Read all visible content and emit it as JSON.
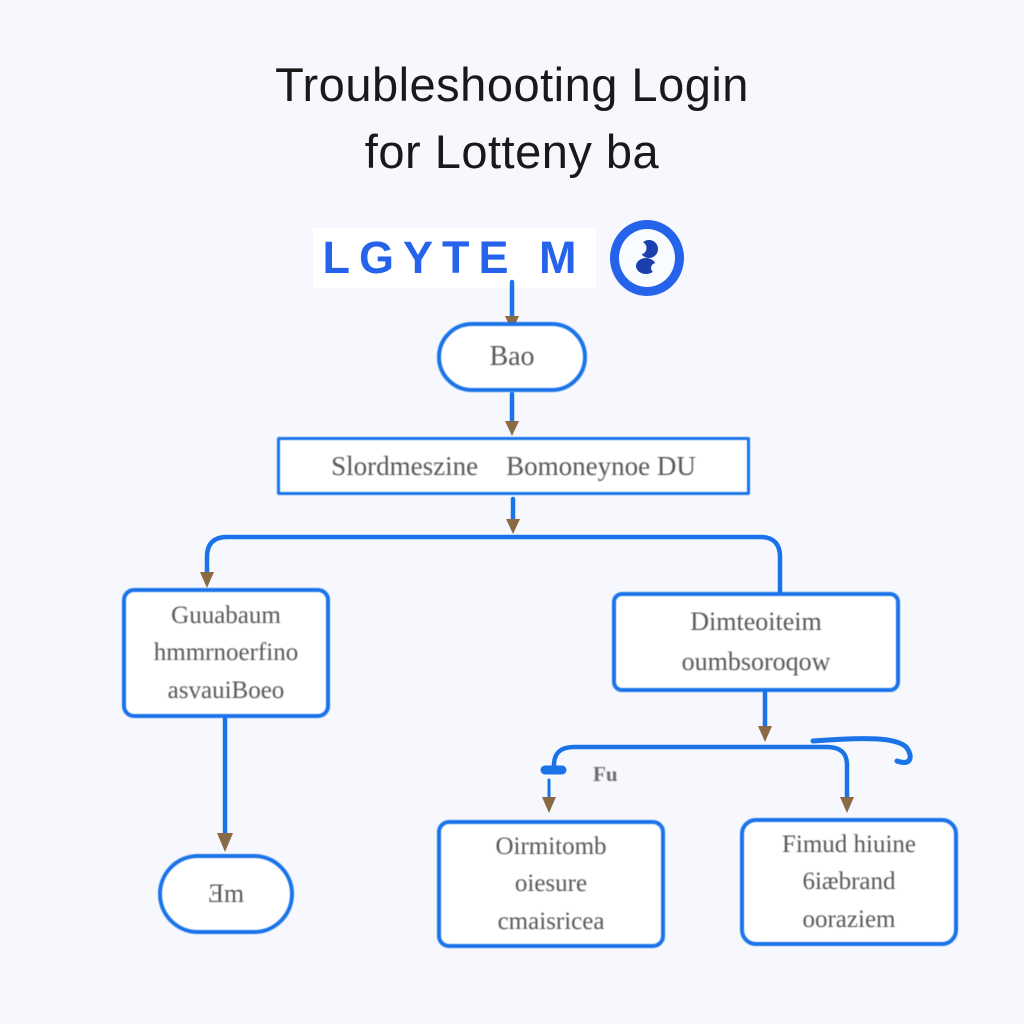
{
  "title": {
    "line1": "Troubleshooting Login",
    "line2": "for Lotteny ba"
  },
  "logo": {
    "text": "LGYTE M",
    "icon": "swirl-circle-icon"
  },
  "colors": {
    "background": "#f6f8fd",
    "line_blue": "#1a73e8",
    "logo_blue": "#2563eb",
    "icon_inner_navy": "#1c3fae",
    "arrow_brown": "#8a6a45",
    "node_text": "#585858",
    "title_text": "#191919"
  },
  "nodes": {
    "start": {
      "label": "Bao"
    },
    "step": {
      "label_left": "Slordmeszine",
      "label_right": "Bomoneynoe DU"
    },
    "left": {
      "lines": [
        "Guuabaum",
        "hmmrnoerfino",
        "asvauiBoeo"
      ]
    },
    "right": {
      "lines": [
        "Dimteoiteim",
        "oumbsoroqow"
      ]
    },
    "end_left": {
      "label": "Ǝm"
    },
    "bottom_middle": {
      "lines": [
        "Oirmitomb",
        "oiesure",
        "cmaisricea"
      ]
    },
    "bottom_right": {
      "lines": [
        "Fimud hiuine",
        "6iæbrand",
        "ooraziem"
      ]
    },
    "branch_label": "Fu"
  }
}
